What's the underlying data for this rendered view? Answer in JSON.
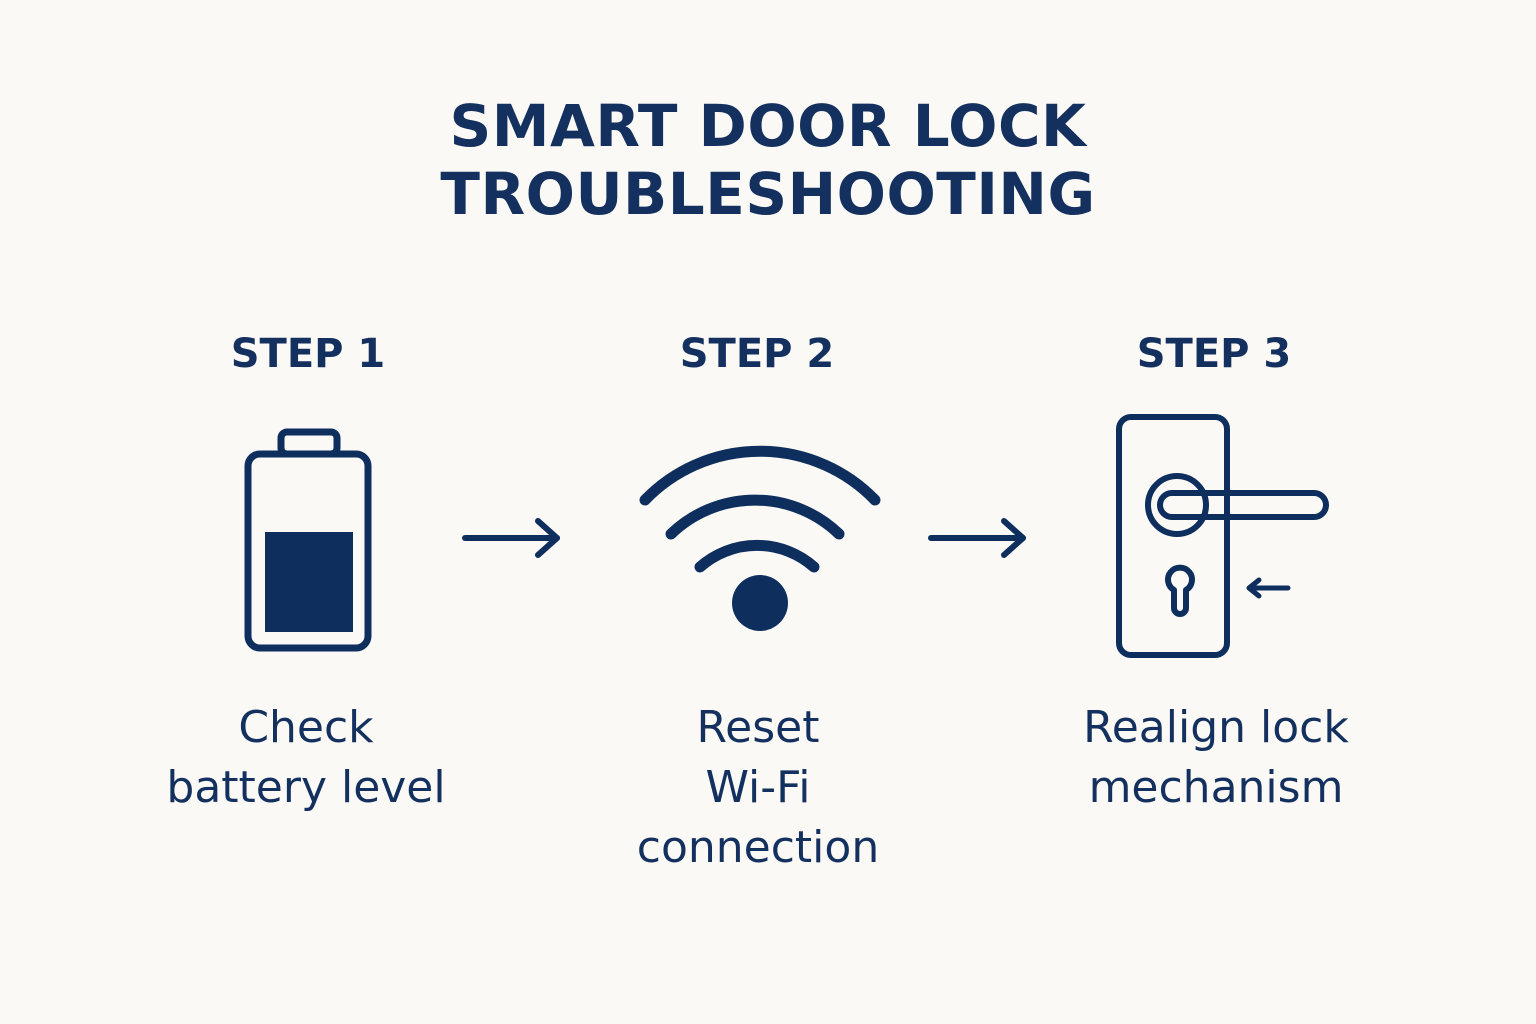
{
  "title": {
    "line1": "SMART DOOR LOCK",
    "line2": "TROUBLESHOOTING"
  },
  "colors": {
    "primary": "#0e2f5e",
    "background": "#fbf9f5"
  },
  "steps": [
    {
      "label": "STEP 1",
      "icon": "battery-icon",
      "battery_level_fraction": 0.5,
      "description": [
        "Check",
        "battery level"
      ]
    },
    {
      "label": "STEP 2",
      "icon": "wifi-icon",
      "description": [
        "Reset",
        "Wi-Fi",
        "connection"
      ]
    },
    {
      "label": "STEP 3",
      "icon": "door-handle-icon",
      "description": [
        "Realign lock",
        "mechanism"
      ]
    }
  ],
  "connectors": [
    "arrow-right-icon",
    "arrow-right-icon"
  ]
}
